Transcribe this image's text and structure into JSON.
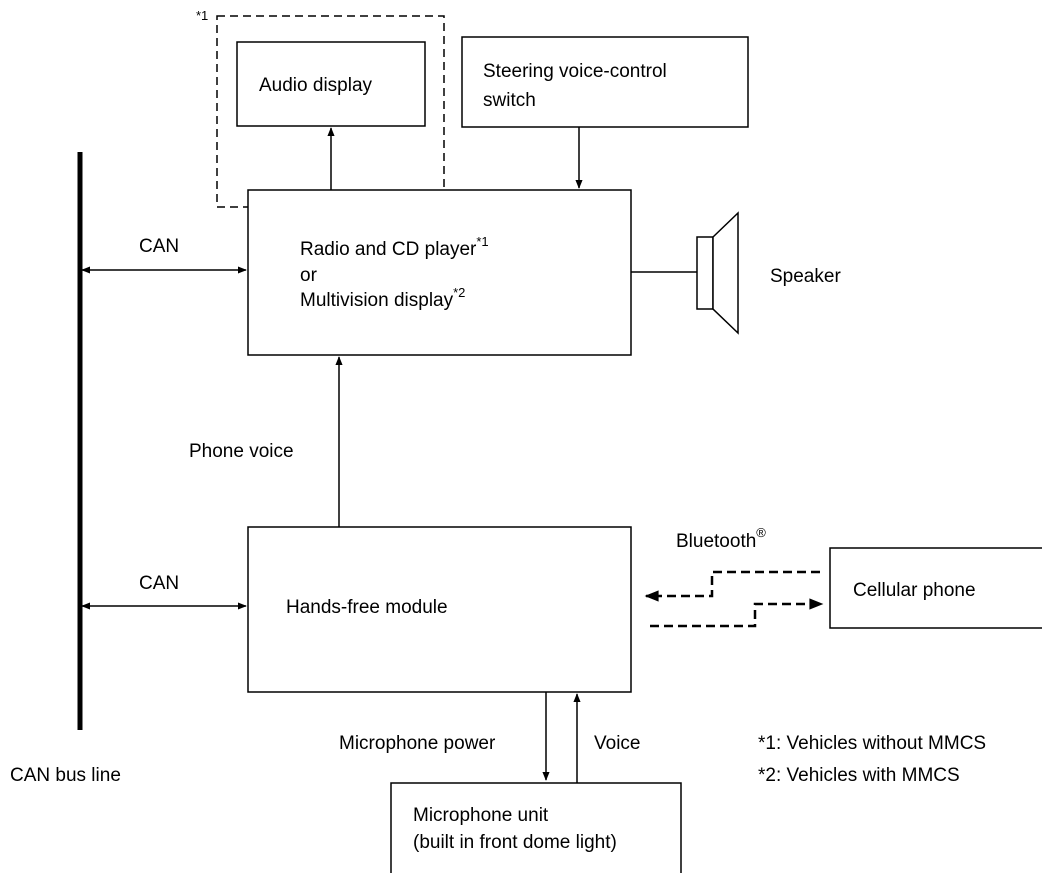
{
  "footnote_marker_top": "*1",
  "audio_display": "Audio display",
  "steering_switch": {
    "line1": "Steering voice-control",
    "line2": "switch"
  },
  "radio_unit": {
    "line1": "Radio and CD player",
    "line1_sup": "*1",
    "line2": "or",
    "line3": "Multivision display",
    "line3_sup": "*2"
  },
  "speaker": "Speaker",
  "can_label_top": "CAN",
  "can_label_bottom": "CAN",
  "phone_voice": "Phone voice",
  "hands_free_module": "Hands-free module",
  "bluetooth": "Bluetooth",
  "bluetooth_mark": "®",
  "cellular_phone": "Cellular phone",
  "microphone_power": "Microphone power",
  "voice": "Voice",
  "microphone_unit": {
    "line1": "Microphone unit",
    "line2": "(built in front dome light)"
  },
  "can_bus_line": "CAN bus line",
  "notes": [
    "*1: Vehicles without MMCS",
    "*2: Vehicles with MMCS"
  ]
}
